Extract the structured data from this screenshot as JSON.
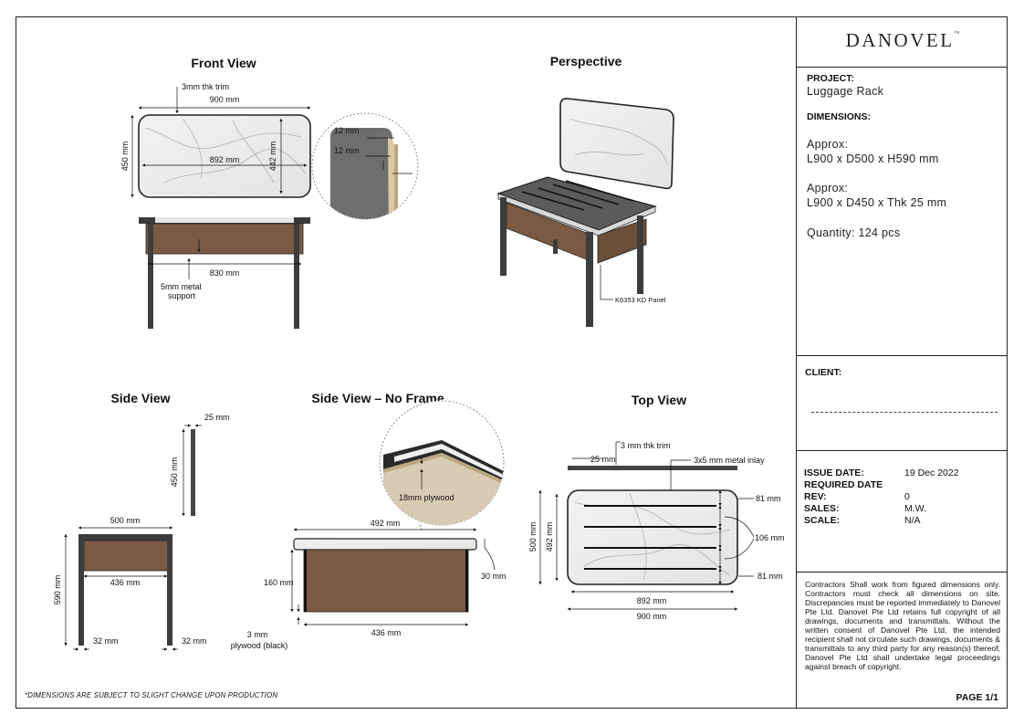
{
  "brand": "DANOVEL",
  "brand_tm": "™",
  "views": {
    "front": "Front View",
    "perspective": "Perspective",
    "side": "Side View",
    "side_no_frame": "Side View – No Frame",
    "top": "Top View"
  },
  "dims": {
    "front_trim": "3mm thk trim",
    "front_900": "900 mm",
    "front_450": "450 mm",
    "front_892": "892 mm",
    "front_442": "442 mm",
    "detail_12a": "12 mm",
    "detail_12b": "12 mm",
    "front_830": "830 mm",
    "metal_support_1": "5mm metal",
    "metal_support_2": "support",
    "kd_panel": "K6353 KD Panel",
    "side_25": "25 mm",
    "side_450": "450 mm",
    "side_500": "500 mm",
    "side_436": "436 mm",
    "side_590": "590 mm",
    "side_32a": "32 mm",
    "side_32b": "32 mm",
    "nf_plywood": "18mm plywood",
    "nf_492": "492 mm",
    "nf_160": "160 mm",
    "nf_30": "30 mm",
    "nf_436": "436 mm",
    "nf_3mm_1": "3 mm",
    "nf_3mm_2": "plywood (black)",
    "top_trim": "3 mm thk trim",
    "top_25": "25 mm",
    "top_inlay": "3x5 mm metal inlay",
    "top_500": "500 mm",
    "top_492": "492 mm",
    "top_81a": "81 mm",
    "top_106": "106 mm",
    "top_81b": "81 mm",
    "top_892": "892 mm",
    "top_900": "900 mm"
  },
  "disclaimer": "*DIMENSIONS ARE SUBJECT TO SLIGHT CHANGE UPON PRODUCTION",
  "title_block": {
    "project_label": "PROJECT:",
    "project_value": "Luggage Rack",
    "dimensions_label": "DIMENSIONS:",
    "dim1_line1": "Approx:",
    "dim1_line2": "L900 x D500 x H590 mm",
    "dim2_line1": "Approx:",
    "dim2_line2": "L900 x D450 x Thk 25 mm",
    "quantity": "Quantity: 124 pcs",
    "client_label": "CLIENT:",
    "issue_date_label": "ISSUE DATE:",
    "issue_date_value": "19 Dec 2022",
    "required_date_label": "REQUIRED DATE",
    "rev_label": "REV:",
    "rev_value": "0",
    "sales_label": "SALES:",
    "sales_value": "M.W.",
    "scale_label": "SCALE:",
    "scale_value": "N/A",
    "notes": "Contractors Shall work from figured dimensions only. Contractors must check all dimensions on site. Discrepancies must be reported immediately to Danovel Pte Ltd. Danovel Pte Ltd retains full copyright of all drawings, documents and transmittals. Without the written consent of Danovel Pte Ltd, the intended recipient shall not circulate such drawings, documents & transmittals to any third party for any reason(s) thereof, Danovel Pte Ltd shall undertake legal proceedings against breach of copyright.",
    "page": "PAGE 1/1"
  },
  "colors": {
    "marble": "#eeeeec",
    "marble_vein": "#a9a9a9",
    "wood": "#7a5a43",
    "frame": "#3d3d3d",
    "plywood": "#d8cbb3"
  }
}
